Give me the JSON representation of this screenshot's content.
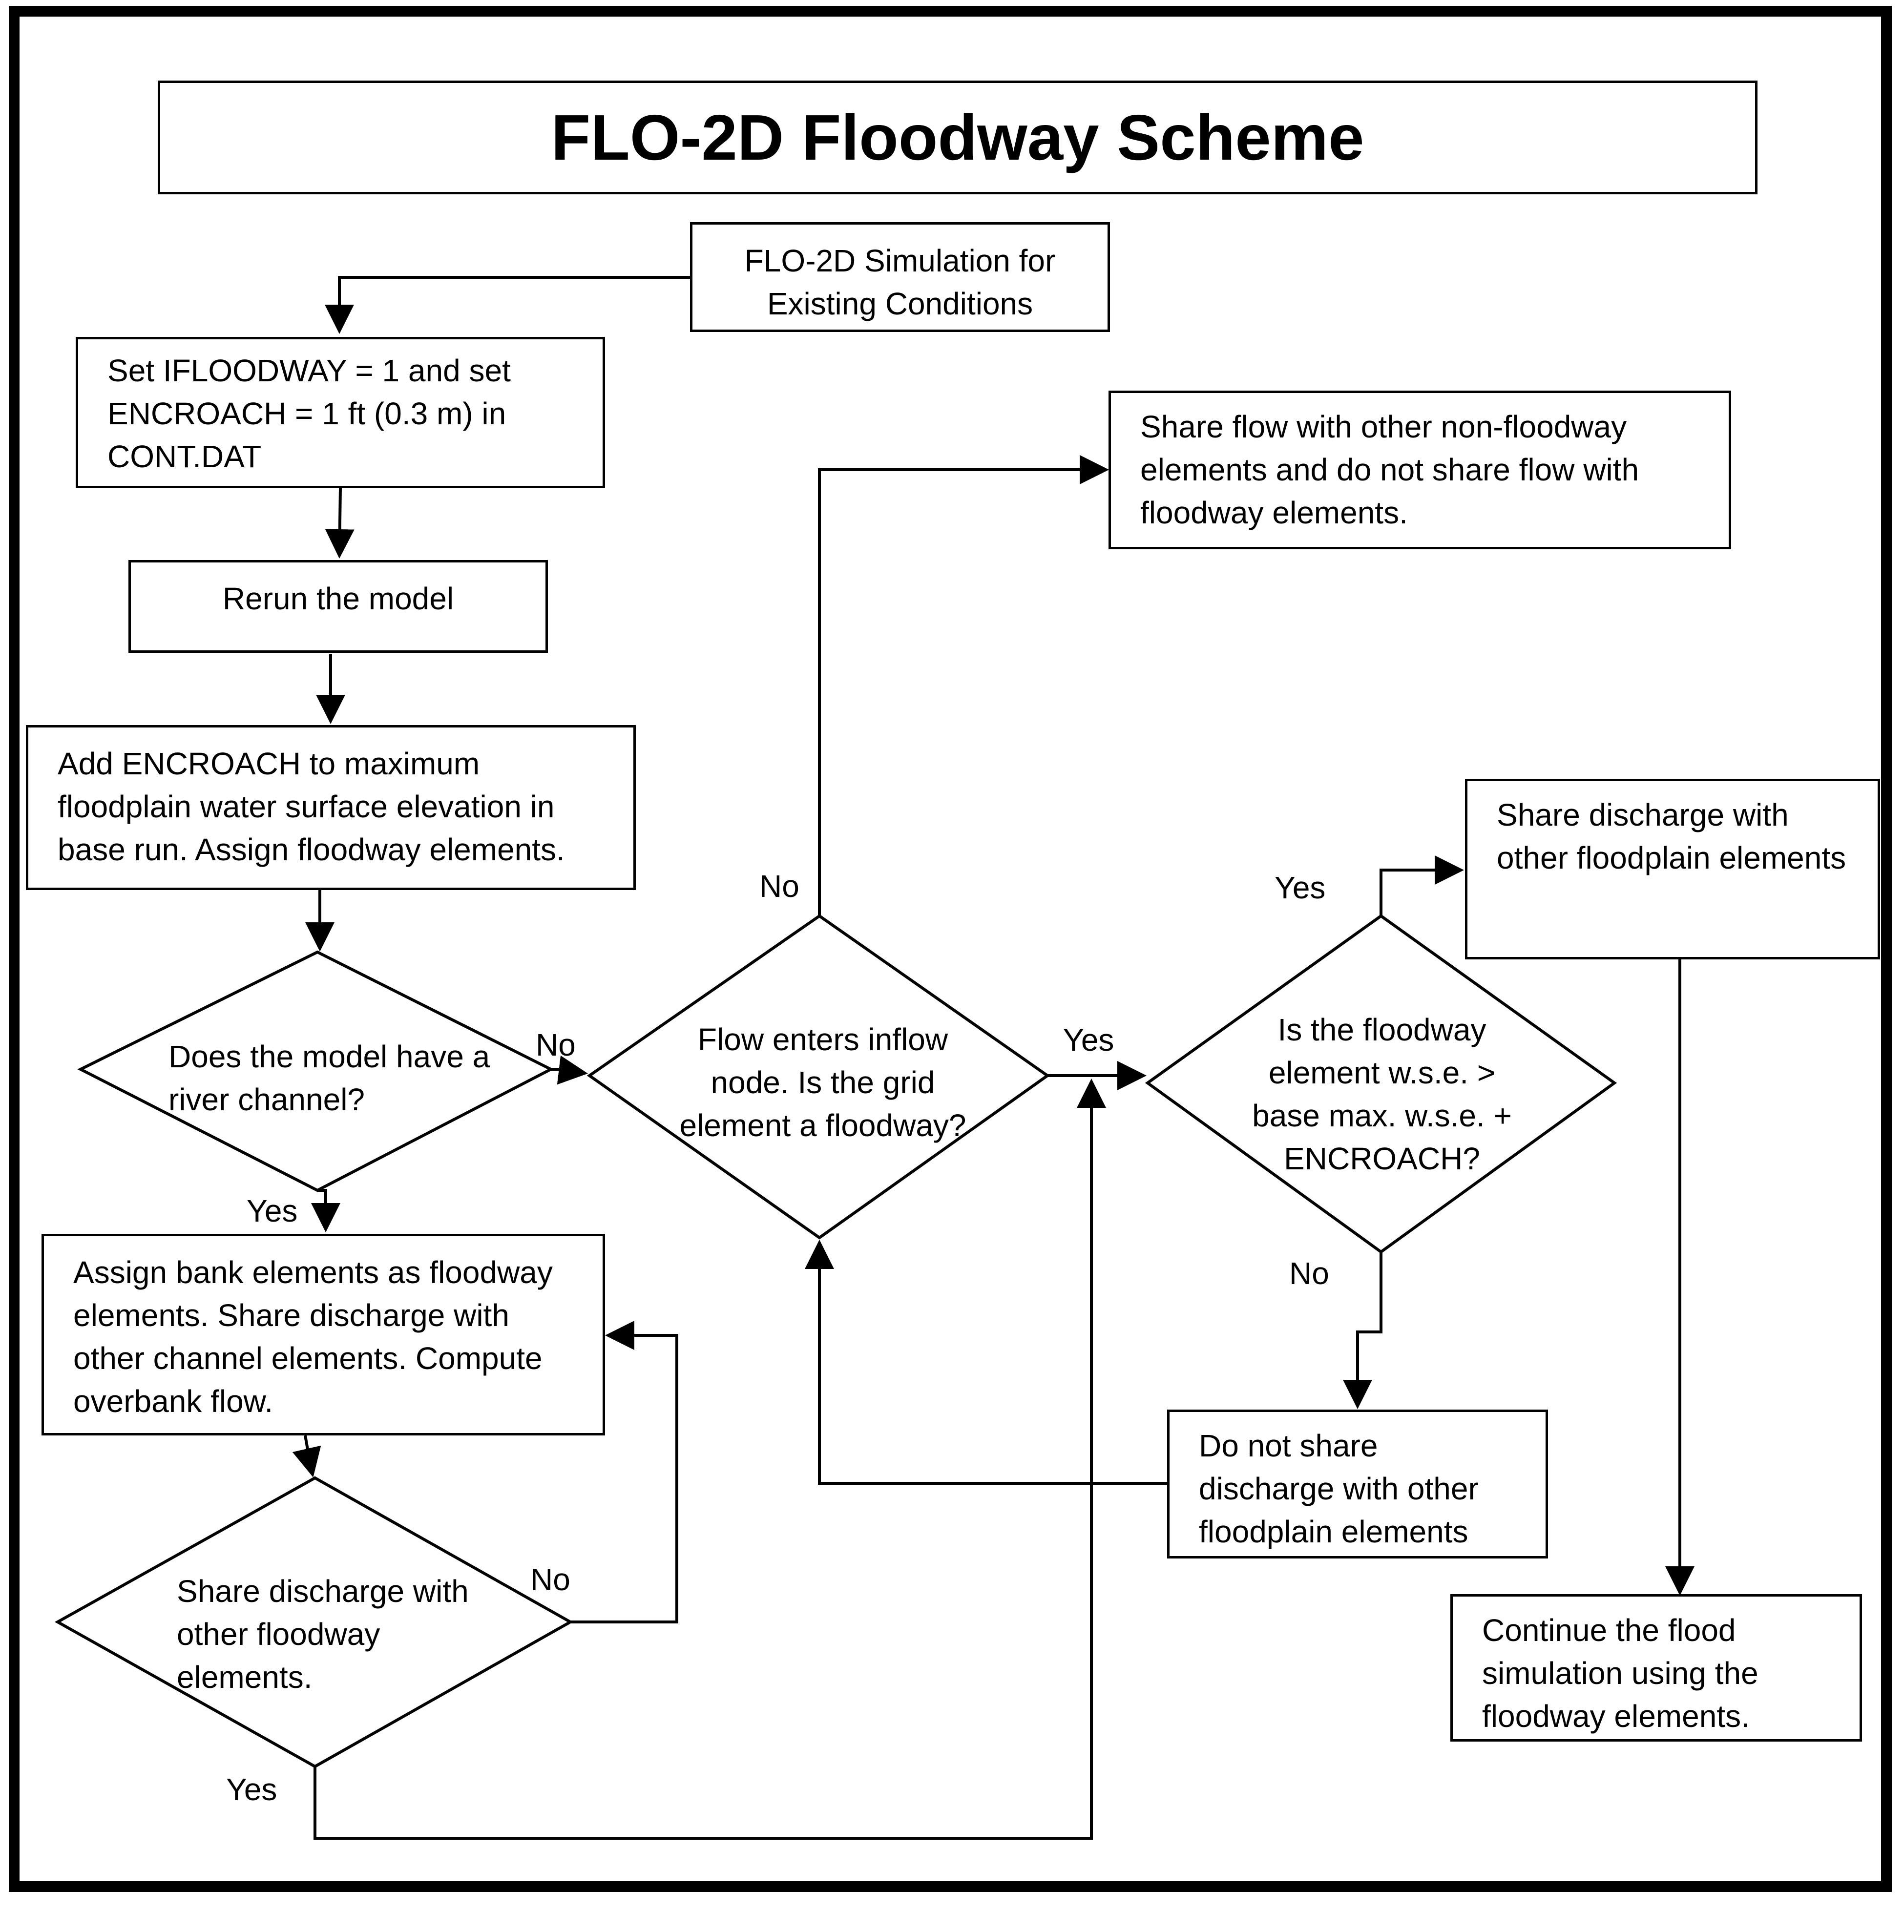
{
  "title": "FLO-2D Floodway Scheme",
  "nodes": {
    "simulation": "FLO-2D Simulation for Existing Conditions",
    "set_ifloodway": "Set IFLOODWAY = 1 and set ENCROACH = 1 ft (0.3 m) in CONT.DAT",
    "rerun": "Rerun the model",
    "add_encroach": "Add ENCROACH to maximum floodplain water surface elevation in base run.  Assign floodway elements.",
    "river_channel_q": "Does the model have a river channel?",
    "assign_bank": "Assign bank elements as floodway elements.  Share discharge with other channel elements. Compute overbank flow.",
    "share_floodway_q": "Share discharge with other floodway elements.",
    "inflow_q": "Flow enters inflow node.  Is the grid element a floodway?",
    "share_nonfloodway": "Share flow with other non-floodway elements and do not share flow with floodway elements.",
    "wse_q": "Is the floodway element w.s.e. > base max. w.s.e. + ENCROACH?",
    "share_floodplain": "Share discharge with other floodplain elements",
    "do_not_share": "Do not share discharge with other floodplain elements",
    "continue": "Continue the flood simulation using the floodway elements."
  },
  "edge_labels": {
    "river_no": "No",
    "river_yes": "Yes",
    "share_no": "No",
    "share_yes": "Yes",
    "inflow_no": "No",
    "inflow_yes": "Yes",
    "wse_yes": "Yes",
    "wse_no": "No"
  }
}
